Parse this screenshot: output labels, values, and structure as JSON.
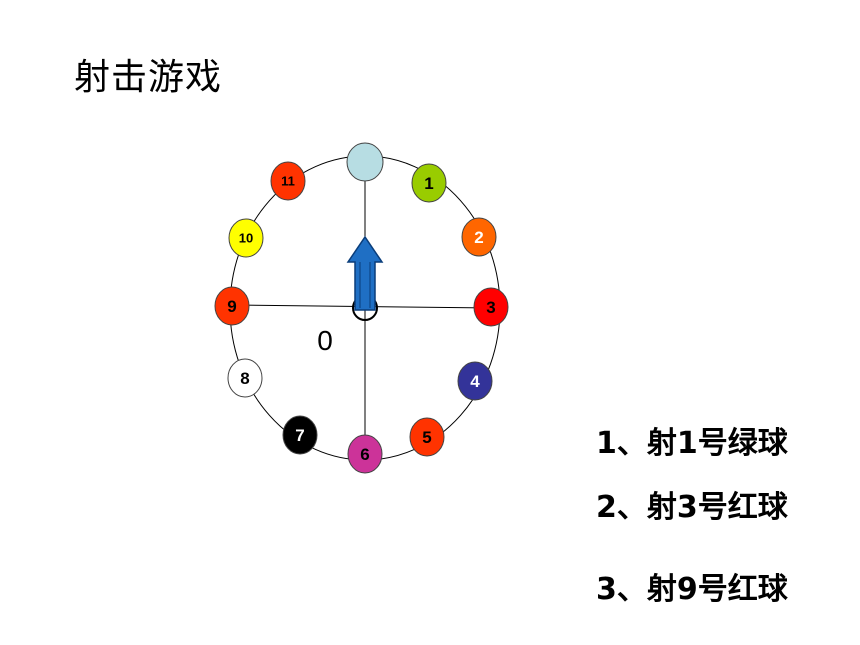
{
  "title": "射击游戏",
  "origin_label": "0",
  "balls": [
    {
      "number": "",
      "color": "#b7dde3",
      "text_color": "#000000"
    },
    {
      "number": "1",
      "color": "#99cc00",
      "text_color": "#000000"
    },
    {
      "number": "2",
      "color": "#ff6600",
      "text_color": "#ffffff"
    },
    {
      "number": "3",
      "color": "#ff0000",
      "text_color": "#000000"
    },
    {
      "number": "4",
      "color": "#333399",
      "text_color": "#ffffff"
    },
    {
      "number": "5",
      "color": "#ff3300",
      "text_color": "#000000"
    },
    {
      "number": "6",
      "color": "#cc3399",
      "text_color": "#000000"
    },
    {
      "number": "7",
      "color": "#000000",
      "text_color": "#ffffff"
    },
    {
      "number": "8",
      "color": "#ffffff",
      "text_color": "#000000"
    },
    {
      "number": "9",
      "color": "#ff3300",
      "text_color": "#000000"
    },
    {
      "number": "10",
      "color": "#ffff00",
      "text_color": "#000000"
    },
    {
      "number": "11",
      "color": "#ff3300",
      "text_color": "#000000"
    }
  ],
  "arrow_color": "#1f6fc4",
  "tasks": [
    "1、射1号绿球",
    "2、射3号红球",
    "3、射9号红球"
  ]
}
